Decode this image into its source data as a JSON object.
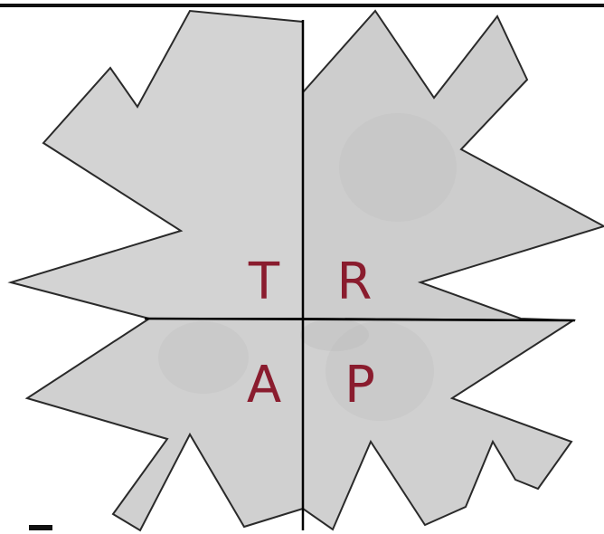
{
  "quadrant_labels": {
    "top_left": "T",
    "top_right": "R",
    "bottom_left": "A",
    "bottom_right": "P"
  },
  "colors": {
    "frame_line": "#111111",
    "shape_fill": "#d3d3d3",
    "shape_fill_shadow": "#c2c2c2",
    "shape_stroke": "#2a2a2a",
    "divider": "#000000",
    "label": "#8a1c2e",
    "background": "#ffffff"
  }
}
